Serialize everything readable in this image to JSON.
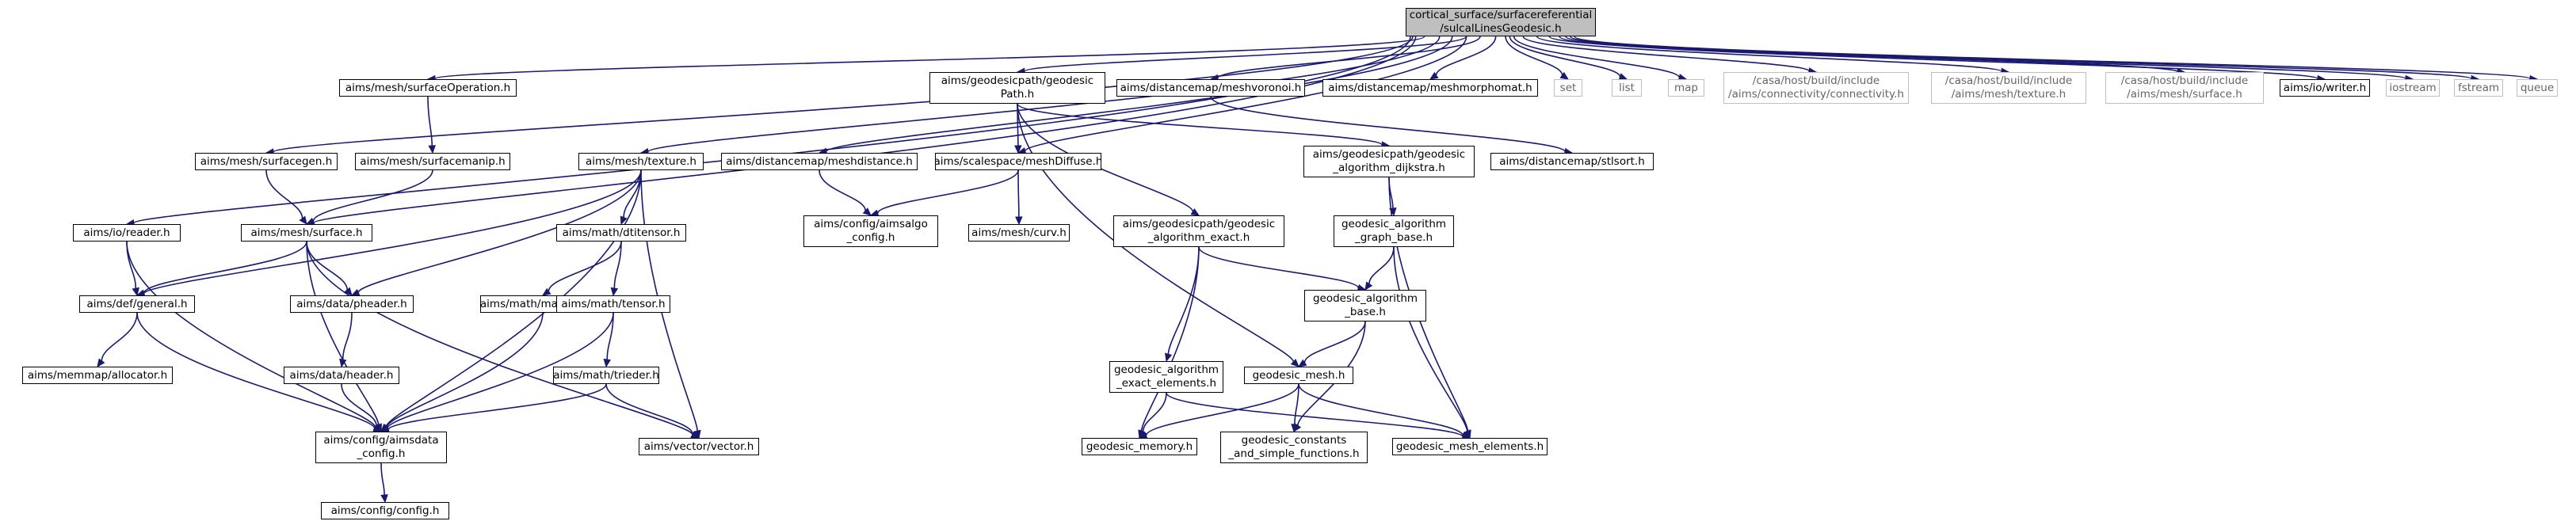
{
  "colors": {
    "edge": "#191970",
    "root_fill": "#bfbfbf",
    "ext_border": "#bfbfbf",
    "node_border": "#000000"
  },
  "nodes": {
    "root": "cortical_surface/surfacereferential\n/sulcalLinesGeodesic.h",
    "surfaceOperation": "aims/mesh/surfaceOperation.h",
    "geodesicPath": "aims/geodesicpath/geodesic\nPath.h",
    "meshvoronoi": "aims/distancemap/meshvoronoi.h",
    "meshmorphomat": "aims/distancemap/meshmorphomat.h",
    "set": "set",
    "list": "list",
    "map": "map",
    "connectivity": "/casa/host/build/include\n/aims/connectivity/connectivity.h",
    "hostTexture": "/casa/host/build/include\n/aims/mesh/texture.h",
    "hostSurface": "/casa/host/build/include\n/aims/mesh/surface.h",
    "writer": "aims/io/writer.h",
    "iostream": "iostream",
    "fstream": "fstream",
    "queue": "queue",
    "surfacegen": "aims/mesh/surfacegen.h",
    "surfacemanip": "aims/mesh/surfacemanip.h",
    "texture": "aims/mesh/texture.h",
    "meshdistance": "aims/distancemap/meshdistance.h",
    "meshDiffuse": "aims/scalespace/meshDiffuse.h",
    "dijkstra": "aims/geodesicpath/geodesic\n_algorithm_dijkstra.h",
    "stlsort": "aims/distancemap/stlsort.h",
    "reader": "aims/io/reader.h",
    "surface": "aims/mesh/surface.h",
    "dtitensor": "aims/math/dtitensor.h",
    "aimsalgoConfig": "aims/config/aimsalgo\n_config.h",
    "curv": "aims/mesh/curv.h",
    "algExact": "aims/geodesicpath/geodesic\n_algorithm_exact.h",
    "graphBase": "geodesic_algorithm\n_graph_base.h",
    "general": "aims/def/general.h",
    "pheader": "aims/data/pheader.h",
    "mathelem": "aims/math/mathelem.h",
    "tensor": "aims/math/tensor.h",
    "algBase": "geodesic_algorithm\n_base.h",
    "allocator": "aims/memmap/allocator.h",
    "header": "aims/data/header.h",
    "trieder": "aims/math/trieder.h",
    "exactElements": "geodesic_algorithm\n_exact_elements.h",
    "geodesicMesh": "geodesic_mesh.h",
    "aimsdataConfig": "aims/config/aimsdata\n_config.h",
    "vector": "aims/vector/vector.h",
    "geodesicMemory": "geodesic_memory.h",
    "constants": "geodesic_constants\n_and_simple_functions.h",
    "meshElements": "geodesic_mesh_elements.h",
    "config": "aims/config/config.h"
  }
}
